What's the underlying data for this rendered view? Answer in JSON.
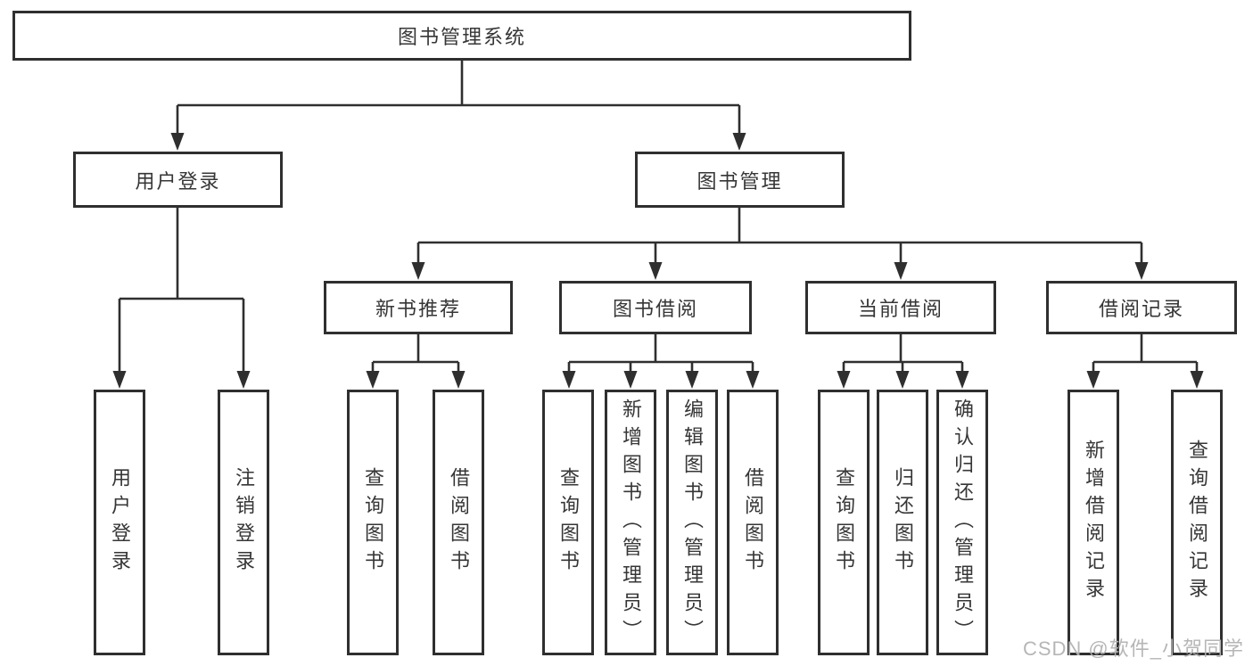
{
  "diagram": {
    "root": {
      "label": "图书管理系统"
    },
    "level2": [
      {
        "id": "user-login",
        "label": "用户登录",
        "parent": "图书管理系统"
      },
      {
        "id": "book-management",
        "label": "图书管理",
        "parent": "图书管理系统"
      }
    ],
    "level3": [
      {
        "id": "new-book-recommend",
        "label": "新书推荐",
        "parent": "图书管理"
      },
      {
        "id": "book-borrow",
        "label": "图书借阅",
        "parent": "图书管理"
      },
      {
        "id": "current-borrow",
        "label": "当前借阅",
        "parent": "图书管理"
      },
      {
        "id": "borrow-records",
        "label": "借阅记录",
        "parent": "图书管理"
      }
    ],
    "leaves": [
      {
        "label": "用户登录",
        "parent": "用户登录"
      },
      {
        "label": "注销登录",
        "parent": "用户登录"
      },
      {
        "label": "查询图书",
        "parent": "新书推荐"
      },
      {
        "label": "借阅图书",
        "parent": "新书推荐"
      },
      {
        "label": "查询图书",
        "parent": "图书借阅"
      },
      {
        "label": "新增图书（管理员）",
        "parent": "图书借阅"
      },
      {
        "label": "编辑图书（管理员）",
        "parent": "图书借阅"
      },
      {
        "label": "借阅图书",
        "parent": "图书借阅"
      },
      {
        "label": "查询图书",
        "parent": "当前借阅"
      },
      {
        "label": "归还图书",
        "parent": "当前借阅"
      },
      {
        "label": "确认归还（管理员）",
        "parent": "当前借阅"
      },
      {
        "label": "新增借阅记录",
        "parent": "借阅记录"
      },
      {
        "label": "查询借阅记录",
        "parent": "借阅记录"
      }
    ]
  },
  "watermark": {
    "text": "CSDN @软件_小贺同学"
  },
  "colors": {
    "line": "#2f2f2f",
    "box_border": "#2f2f2f",
    "text": "#363636",
    "background": "#ffffff",
    "watermark": "#b2b2b2"
  }
}
